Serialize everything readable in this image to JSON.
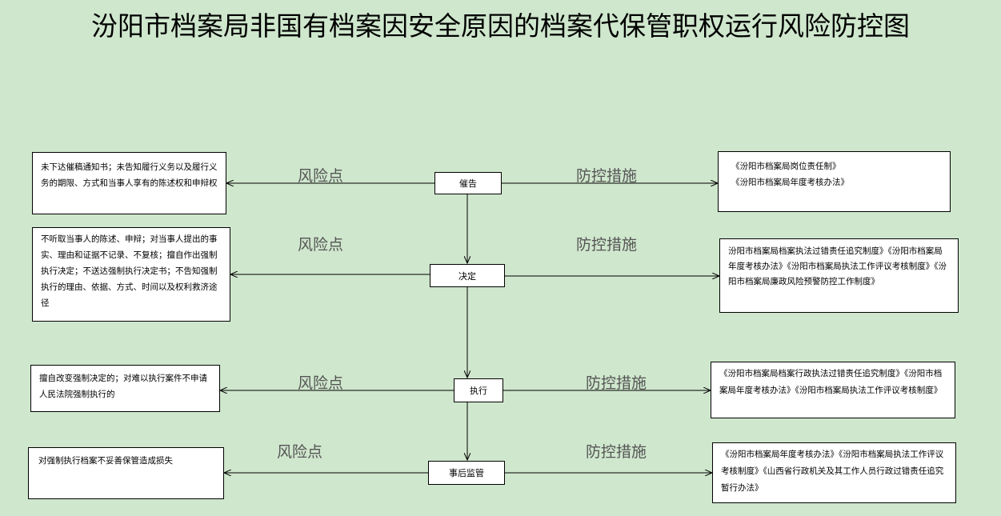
{
  "title": "汾阳市档案局非国有档案因安全原因的档案代保管职权运行风险防控图",
  "labels": {
    "risk": "风险点",
    "control": "防控措施"
  },
  "steps": [
    {
      "name": "催告",
      "risk": "未下达催稿通知书；未告知履行义务以及履行义务的期限、方式和当事人享有的陈述权和申辩权",
      "control": "《汾阳市档案局岗位责任制》\n《汾阳市档案局年度考核办法》"
    },
    {
      "name": "决定",
      "risk": "不听取当事人的陈述、申辩；对当事人提出的事实、理由和证据不记录、不复核；擅自作出强制执行决定；不送达强制执行决定书；不告知强制执行的理由、依据、方式、时间以及权利救济途径",
      "control": "汾阳市档案局档案执法过错责任追究制度》《汾阳市档案局年度考核办法》《汾阳市档案局执法工作评议考核制度》《汾阳市档案局廉政风险预警防控工作制度》"
    },
    {
      "name": "执行",
      "risk": "擅自改变强制决定的；对难以执行案件不申请人民法院强制执行的",
      "control": "《汾阳市档案局档案行政执法过错责任追究制度》《汾阳市档案局年度考核办法》《汾阳市档案局执法工作评议考核制度》"
    },
    {
      "name": "事后监管",
      "risk": "对强制执行档案不妥善保管造成损失",
      "control": "《汾阳市档案局年度考核办法》《汾阳市档案局执法工作评议考核制度》《山西省行政机关及其工作人员行政过错责任追究暂行办法》"
    }
  ]
}
